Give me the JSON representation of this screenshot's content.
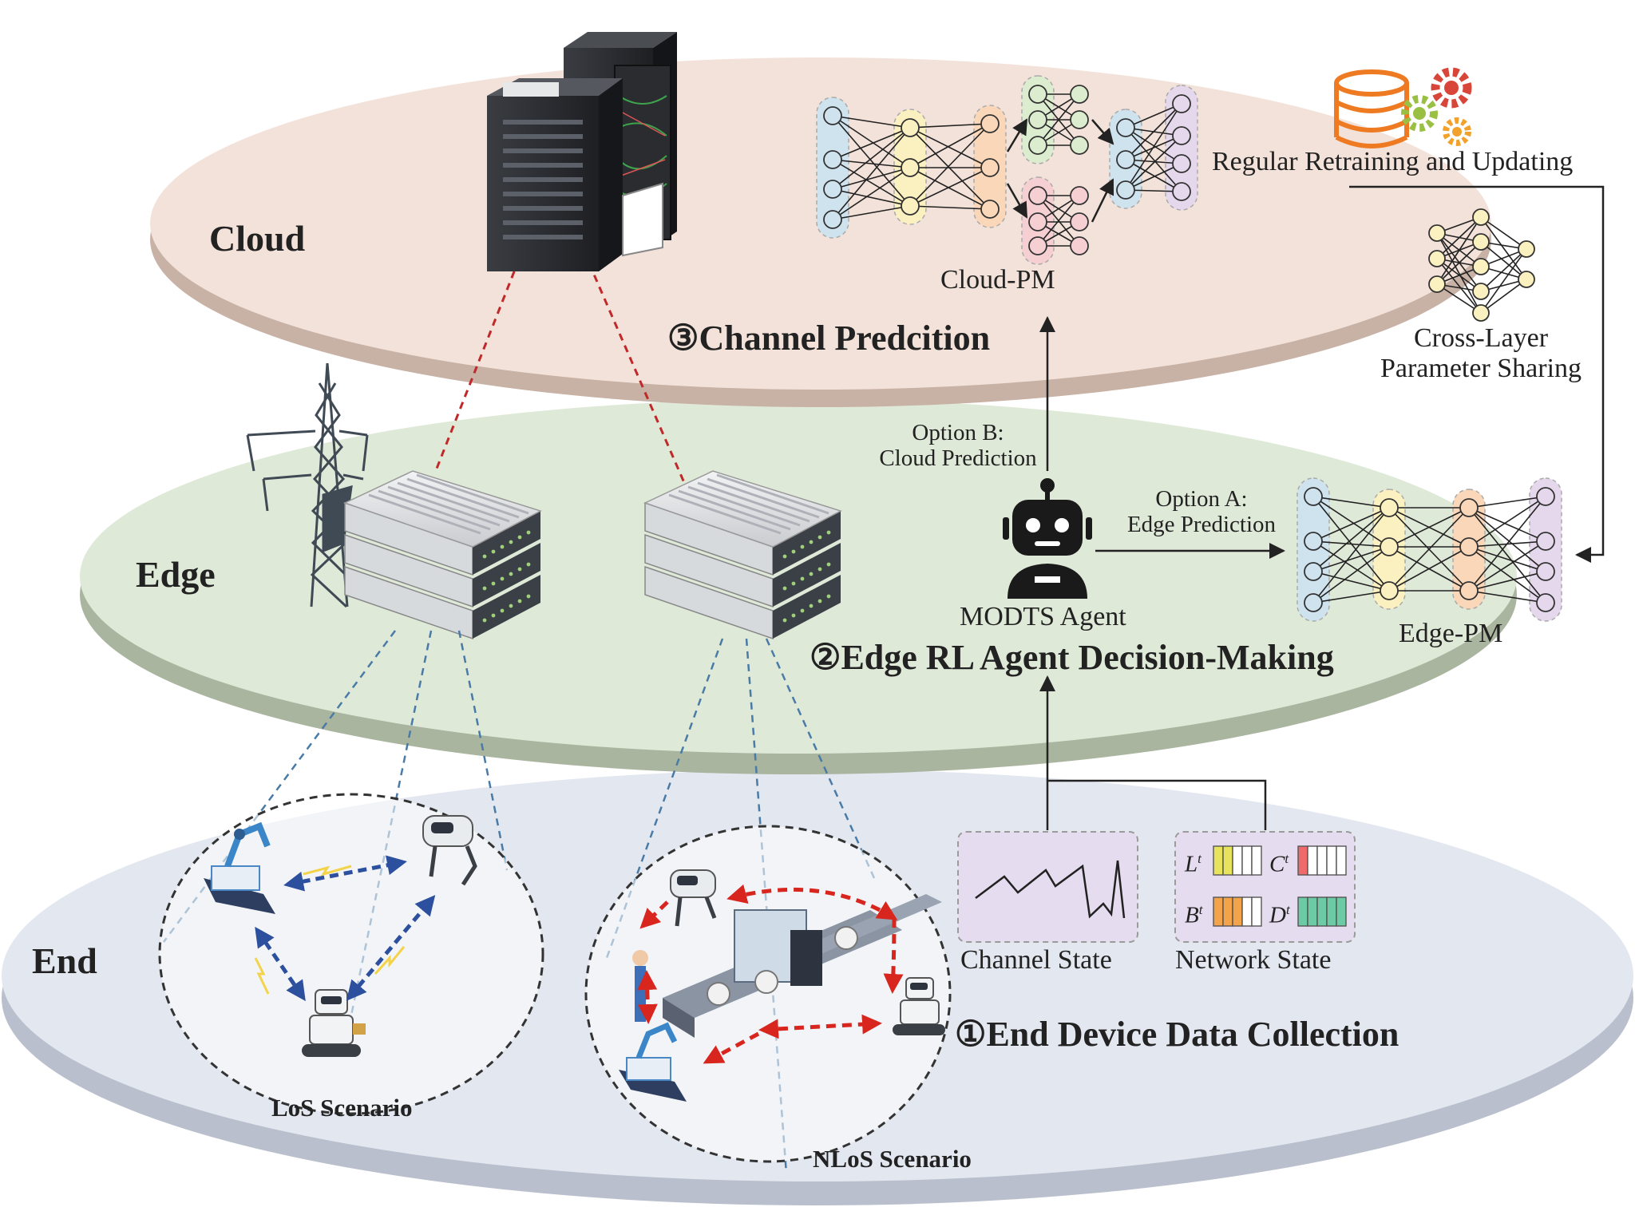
{
  "layers": {
    "cloud": "Cloud",
    "edge": "Edge",
    "end": "End"
  },
  "steps": {
    "channel_prediction": "③Channel Predcition",
    "edge_decision": "②Edge RL Agent Decision-Making",
    "end_collection": "①End Device Data Collection"
  },
  "cloud_pm": "Cloud-PM",
  "edge_pm": "Edge-PM",
  "retraining": "Regular Retraining and Updating",
  "cross_layer": [
    "Cross-Layer",
    "Parameter Sharing"
  ],
  "option_b": [
    "Option B:",
    "Cloud Prediction"
  ],
  "option_a": [
    "Option A:",
    "Edge Prediction"
  ],
  "agent": "MODTS Agent",
  "channel_state": "Channel State",
  "network_state": "Network State",
  "state_symbols": [
    "L",
    "C",
    "B",
    "D"
  ],
  "state_superscript": "t",
  "scenarios": {
    "los": "LoS Scenario",
    "nlos": "NLoS Scenario"
  },
  "colors": {
    "cloud_disk": "#f3e2d9",
    "edge_disk": "#dfe9d8",
    "end_disk": "#e3e7f0",
    "nn_blue": "#cfe3ef",
    "nn_yellow": "#fbf0c0",
    "nn_orange": "#f9d7b8",
    "nn_green": "#dcedcf",
    "nn_pink": "#f6cfd3",
    "nn_purple": "#e5d8ec",
    "arrow_red": "#d8261e",
    "arrow_blue": "#2c4f9e",
    "gear_orange": "#ee7a22"
  },
  "icons": [
    "server-rack-icon",
    "power-tower-icon",
    "edge-server-icon",
    "robot-agent-icon",
    "database-icon",
    "gear-icon",
    "robot-dog-icon",
    "robot-arm-icon",
    "service-robot-icon",
    "conveyor-factory-icon"
  ]
}
